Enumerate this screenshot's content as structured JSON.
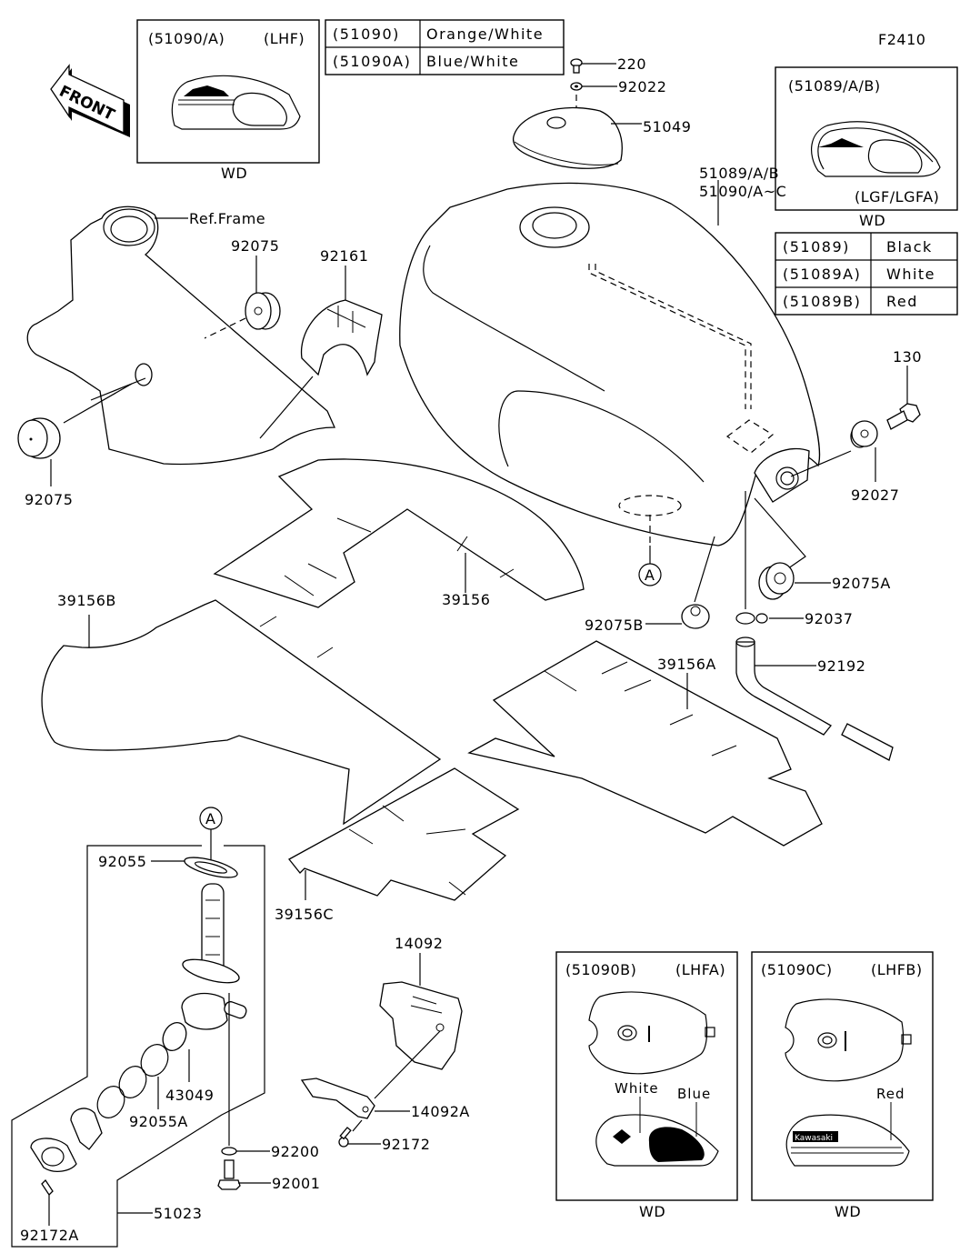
{
  "figure_code": "F2410",
  "front_arrow": {
    "label": "FRONT",
    "icon": "front-direction-arrow-icon"
  },
  "ref_frame_label": "Ref.Frame",
  "inset_51090_A": {
    "code": "(51090/A)",
    "variant": "(LHF)",
    "caption": "WD"
  },
  "color_table_51090": {
    "rows": [
      {
        "part": "(51090)",
        "color": "Orange/White"
      },
      {
        "part": "(51090A)",
        "color": "Blue/White"
      }
    ]
  },
  "inset_51089_AB": {
    "code": "(51089/A/B)",
    "variant": "(LGF/LGFA)",
    "caption": "WD"
  },
  "color_table_51089": {
    "rows": [
      {
        "part": "(51089)",
        "color": "Black"
      },
      {
        "part": "(51089A)",
        "color": "White"
      },
      {
        "part": "(51089B)",
        "color": "Red"
      }
    ]
  },
  "inset_51090_B": {
    "code": "(51090B)",
    "variant": "(LHFA)",
    "caption": "WD",
    "callouts": [
      "White",
      "Blue"
    ]
  },
  "inset_51090_C": {
    "code": "(51090C)",
    "variant": "(LHFB)",
    "caption": "WD",
    "callouts": [
      "Red"
    ],
    "logo_text": "Kawasaki"
  },
  "reference_marker": "A",
  "part_labels": {
    "p220": "220",
    "p92022": "92022",
    "p51049": "51049",
    "tank_line1": "51089/A/B",
    "tank_line2": "51090/A~C",
    "p92075_top": "92075",
    "p92161": "92161",
    "p92075_left": "92075",
    "p130": "130",
    "p92027": "92027",
    "p39156": "39156",
    "p39156B": "39156B",
    "p92075A": "92075A",
    "p92075B": "92075B",
    "p92037": "92037",
    "p92192": "92192",
    "p39156A": "39156A",
    "p39156C": "39156C",
    "p92055": "92055",
    "p43049": "43049",
    "p92055A": "92055A",
    "p92200": "92200",
    "p92001": "92001",
    "p51023": "51023",
    "p92172A": "92172A",
    "p14092": "14092",
    "p14092A": "14092A",
    "p92172": "92172"
  }
}
